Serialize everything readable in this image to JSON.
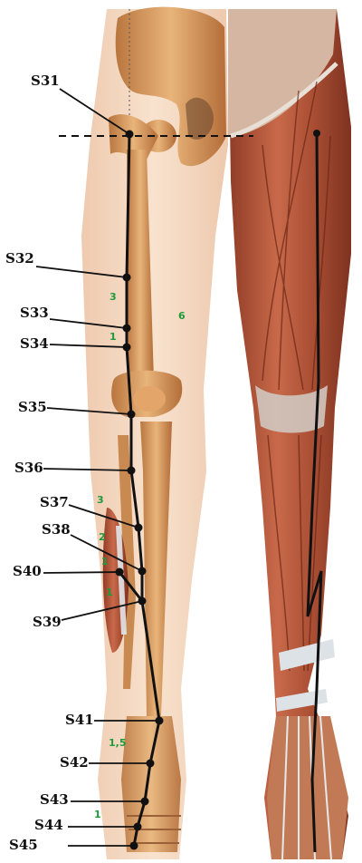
{
  "points": [
    {
      "id": "S31",
      "label": "S31"
    },
    {
      "id": "S32",
      "label": "S32"
    },
    {
      "id": "S33",
      "label": "S33"
    },
    {
      "id": "S34",
      "label": "S34"
    },
    {
      "id": "S35",
      "label": "S35"
    },
    {
      "id": "S36",
      "label": "S36"
    },
    {
      "id": "S37",
      "label": "S37"
    },
    {
      "id": "S38",
      "label": "S38"
    },
    {
      "id": "S40",
      "label": "S40"
    },
    {
      "id": "S39",
      "label": "S39"
    },
    {
      "id": "S41",
      "label": "S41"
    },
    {
      "id": "S42",
      "label": "S42"
    },
    {
      "id": "S43",
      "label": "S43"
    },
    {
      "id": "S44",
      "label": "S44"
    },
    {
      "id": "S45",
      "label": "S45"
    }
  ],
  "measurements": [
    "3",
    "1",
    "6",
    "3",
    "2",
    "1",
    "1",
    "1,5",
    "1"
  ],
  "colors": {
    "skin": "#efc7a4",
    "bone": "#d9a066",
    "muscle": "#b65a3c",
    "tendon": "#d8dde2",
    "meridian": "#111111",
    "measure_text": "#1f9a3a"
  }
}
